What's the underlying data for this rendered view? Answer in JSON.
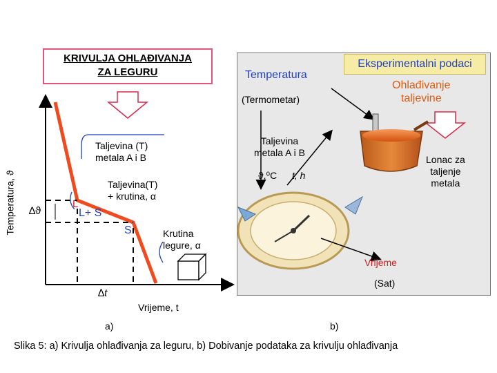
{
  "title": {
    "line1": "KRIVULJA OHLAĐIVANJA",
    "line2": "ZA LEGURU"
  },
  "left_diagram": {
    "y_axis_label": "Temperatura, ϑ",
    "x_axis_label": "Vrijeme, t",
    "delta_theta": "∆ϑ",
    "delta_t": "∆t",
    "liquid_label": {
      "line1": "Taljevina (T)",
      "line2": "metala A i B"
    },
    "mixed_label": {
      "line1": "Taljevina(T)",
      "line2": "+ krutina, α"
    },
    "l_mark": "L",
    "ls_label": "L+ S",
    "s_label": "S",
    "solid_label": {
      "line1": "Krutina",
      "line2": "legure, α"
    },
    "curve_color": "#f04a1e"
  },
  "right_diagram": {
    "header": "Eksperimentalni podaci",
    "temperatura": "Temperatura",
    "termometar": "(Termometar)",
    "ohladjivanje": {
      "line1": "Ohlađivanje",
      "line2": "taljevine"
    },
    "taljevina": {
      "line1": "Taljevina",
      "line2": "metala A i B"
    },
    "units": "ϑ,⁰C",
    "time_unit": "t, h",
    "lonac": {
      "line1": "Lonac za",
      "line2": "taljenje",
      "line3": "metala"
    },
    "vrijeme": "Vrijeme",
    "sat": "(Sat)"
  },
  "labels": {
    "a": "a)",
    "b": "b)"
  },
  "caption": "Slika 5: a) Krivulja ohlađivanja za leguru, b) Dobivanje podataka za krivulju ohlađivanja",
  "colors": {
    "title_border": "#e0557a",
    "header_bg": "#f7eca6",
    "header_text": "#1f3fbf",
    "accent_orange": "#ee6a1e",
    "red_text": "#d41a1a"
  }
}
